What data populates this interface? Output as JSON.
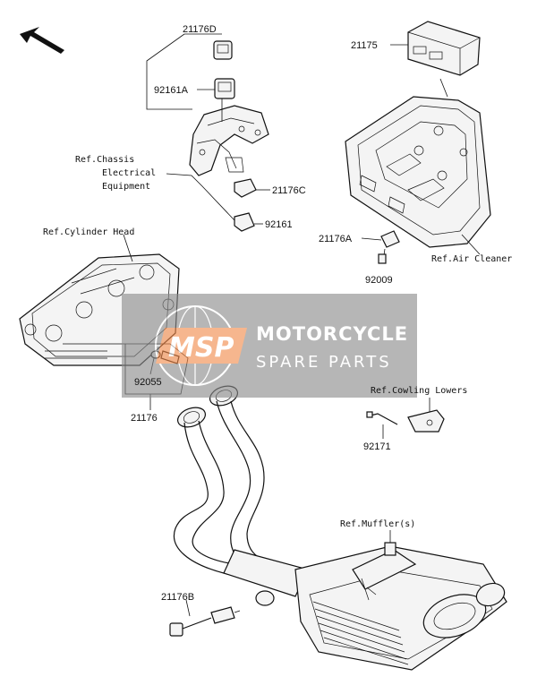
{
  "parts": {
    "p21176D": "21176D",
    "p92161A": "92161A",
    "p21175": "21175",
    "p21176C": "21176C",
    "p92161": "92161",
    "p21176A": "21176A",
    "p92009": "92009",
    "p92055": "92055",
    "p21176": "21176",
    "p92171": "92171",
    "p21176B": "21176B"
  },
  "refs": {
    "chassis_line1": "Ref.Chassis",
    "chassis_line2": "Electrical",
    "chassis_line3": "Equipment",
    "cylinder_head": "Ref.Cylinder Head",
    "air_cleaner": "Ref.Air Cleaner",
    "cowling_lowers": "Ref.Cowling Lowers",
    "muffler": "Ref.Muffler(s)"
  },
  "watermark": {
    "logo": "MSP",
    "title": "MOTORCYCLE",
    "subtitle": "SPARE PARTS",
    "accent_color": "#f28a4a"
  },
  "icons": {
    "direction_arrow": "front-direction-arrow"
  }
}
